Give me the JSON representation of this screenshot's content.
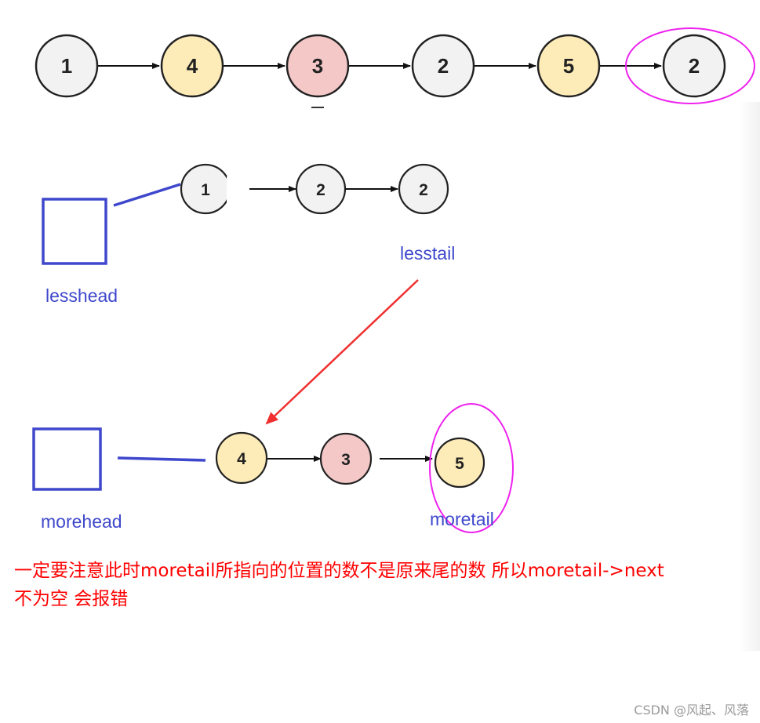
{
  "diagram": {
    "original_list": [
      "1",
      "4",
      "3",
      "2",
      "5",
      "2"
    ],
    "less_list": [
      "1",
      "2",
      "2"
    ],
    "more_list": [
      "4",
      "3",
      "5"
    ],
    "labels": {
      "lesshead": "lesshead",
      "lesstail": "lesstail",
      "morehead": "morehead",
      "moretail": "moretail"
    },
    "colors": {
      "gray_node": "#f2f2f2",
      "yellow_node": "#fdebb8",
      "red_node": "#f5c8c8",
      "blue_box": "#3f48cc",
      "highlight": "#ee22ee",
      "red_arrow": "#f03030",
      "note_text": "#ff0000"
    }
  },
  "note": {
    "line1": "一定要注意此时moretail所指向的位置的数不是原来尾的数 所以moretail->next",
    "line2": "不为空 会报错"
  },
  "watermark": "CSDN @风起、风落"
}
